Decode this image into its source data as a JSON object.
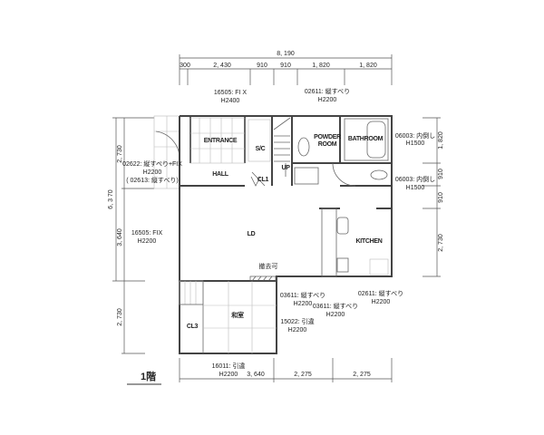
{
  "title": "1階",
  "dimensions": {
    "top_total": "8, 190",
    "top": [
      "300",
      "2, 430",
      "910",
      "910",
      "1, 820",
      "1, 820"
    ],
    "left_total": "6, 3 70",
    "left": [
      "2, 730",
      "3, 640",
      "2, 730"
    ],
    "right": [
      "1, 820",
      "910",
      "910",
      "2, 730"
    ],
    "bottom": [
      "3, 640",
      "2, 275",
      "2, 275"
    ]
  },
  "rooms": {
    "entrance": "ENTRANCE",
    "sc": "S/C",
    "hall": "HALL",
    "cl1": "CL1",
    "up": "UP",
    "power_room_1": "POWDER",
    "power_room_2": "ROOM",
    "bathroom": "BATHROOM",
    "ld": "LD",
    "kitchen": "KITCHEN",
    "washitsu": "和室",
    "cl3": "CL3",
    "removable": "撤去可"
  },
  "windows": [
    {
      "code": "16505: FI X",
      "height": "H2400"
    },
    {
      "code": "02611: 縦すべり",
      "height": "H2200"
    },
    {
      "code": "02622: 縦すべり+FIX",
      "height": "H2200",
      "note": "( 02613: 縦すべり)"
    },
    {
      "code": "06003: 内倒し",
      "height": "H1500"
    },
    {
      "code": "06003: 内倒し",
      "height": "H1500"
    },
    {
      "code": "16505: FIX",
      "height": "H2200"
    },
    {
      "code": "03611: 縦すべり",
      "height": "H2200"
    },
    {
      "code": "03611: 縦すべり",
      "height": "H2200"
    },
    {
      "code": "02611: 縦すべり",
      "height": "H2200"
    },
    {
      "code": "15022: 引違",
      "height": "H2200"
    },
    {
      "code": "16011: 引違",
      "height": "H2200"
    }
  ]
}
